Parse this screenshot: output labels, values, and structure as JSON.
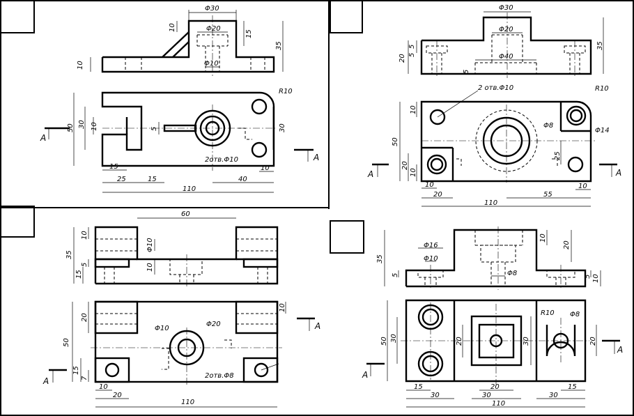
{
  "quadrant_a": {
    "front": {
      "d_top": "Φ30",
      "d_mid": "Φ20",
      "d_bot": "Φ10",
      "h_left": "10",
      "h_rib": "10",
      "h_hole": "15",
      "h_total": "35"
    },
    "plan": {
      "r": "R10",
      "h_total": "50",
      "h_slot": "30",
      "h_slot2": "10",
      "h_pin": "5",
      "h_holes": "30",
      "holes": "2отв.Φ10",
      "w_slot": "15",
      "w1": "25",
      "w2": "15",
      "w_total": "110",
      "w_holes": "40",
      "w_edge": "10",
      "section": "A"
    }
  },
  "quadrant_b": {
    "front": {
      "d_top": "Φ30",
      "d_mid": "Φ20",
      "d_bot": "Φ40",
      "h_left": "20",
      "h_left2": "5",
      "h_left3": "5",
      "h_total": "35",
      "h_step": "5"
    },
    "plan": {
      "holes": "2 отв.Φ10",
      "r": "R10",
      "d_small": "Φ8",
      "d_boss": "Φ14",
      "h_total": "50",
      "h_top": "10",
      "h_bot": "20",
      "h_bot2": "10",
      "h_right": "25",
      "w_left": "10",
      "w_left2": "20",
      "w_total": "110",
      "w_right": "55",
      "w_edge": "10",
      "section": "A"
    }
  },
  "quadrant_c": {
    "front": {
      "w_top": "60",
      "h_total": "35",
      "h_top": "10",
      "h_step": "5",
      "h_bot": "15",
      "d_hole": "Φ10",
      "h_mid": "10"
    },
    "plan": {
      "h_total": "50",
      "h_top": "20",
      "h_bot": "15",
      "h_bot2": "7",
      "d_hole": "Φ10",
      "d_boss": "Φ20",
      "holes": "2отв.Φ8",
      "h_right": "10",
      "w_left": "10",
      "w_left2": "20",
      "w_total": "110",
      "section": "A"
    }
  },
  "quadrant_d": {
    "front": {
      "d_top": "Φ16",
      "d_mid": "Φ10",
      "d_small": "Φ8",
      "h_total": "35",
      "h_left": "5",
      "h_top": "10",
      "h_top2": "20",
      "h_right": "5",
      "h_right2": "10"
    },
    "plan": {
      "r": "R10",
      "d_small": "Φ8",
      "h_total": "50",
      "h_mid": "30",
      "h_sq": "20",
      "h_sq2": "30",
      "h_right": "20",
      "w1": "15",
      "w2": "30",
      "w3": "20",
      "w4": "30",
      "w5": "30",
      "w6": "15",
      "w_total": "110",
      "section": "A"
    }
  }
}
